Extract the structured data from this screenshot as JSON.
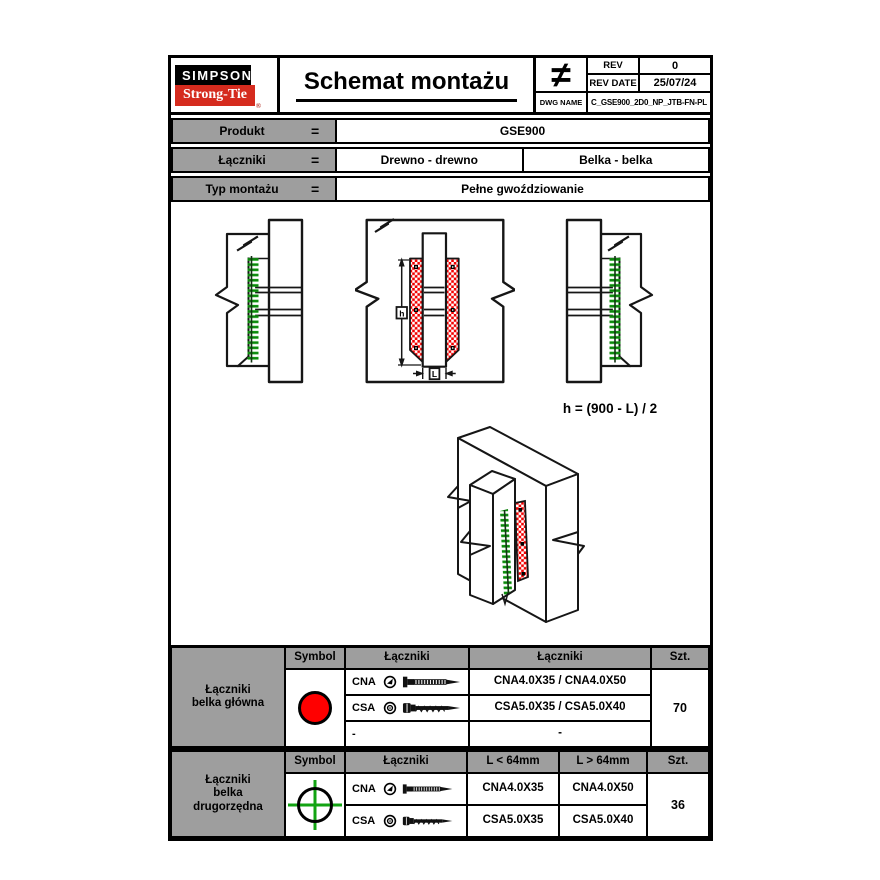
{
  "document": {
    "logo": {
      "line1": "SIMPSON",
      "line2": "Strong-Tie",
      "registered": "®"
    },
    "title": "Schemat montażu",
    "title_block": {
      "symbol": "≠",
      "rev_label": "REV",
      "rev_value": "0",
      "rev_date_label": "REV DATE",
      "rev_date_value": "25/07/24",
      "dwg_name_label": "DWG NAME",
      "dwg_name_value": "C_GSE900_2D0_NP_JTB-FN-PL"
    }
  },
  "product_table": {
    "rows": [
      {
        "label": "Produkt",
        "eq": "=",
        "value": "GSE900"
      },
      {
        "label": "Łączniki",
        "eq": "=",
        "value_left": "Drewno - drewno",
        "value_right": "Belka - belka"
      },
      {
        "label": "Typ montażu",
        "eq": "=",
        "value": "Pełne gwoździowanie"
      }
    ]
  },
  "drawing": {
    "formula": "h = (900 - L) / 2",
    "dim_h": "h",
    "dim_l": "L"
  },
  "fastener_table_main": {
    "label_lines": [
      "Łączniki",
      "belka główna"
    ],
    "headers": {
      "symbol": "Symbol",
      "fastener": "Łączniki",
      "fastener2": "Łączniki",
      "qty": "Szt."
    },
    "rows": [
      {
        "code": "CNA",
        "name": "CNA4.0X35 / CNA4.0X50"
      },
      {
        "code": "CSA",
        "name": "CSA5.0X35 / CSA5.0X40"
      },
      {
        "code": "-",
        "name": "-"
      }
    ],
    "qty": "70"
  },
  "fastener_table_secondary": {
    "label_lines": [
      "Łączniki",
      "belka",
      "drugorzędna"
    ],
    "headers": {
      "symbol": "Symbol",
      "fastener": "Łączniki",
      "l_short": "L < 64mm",
      "l_long": "L > 64mm",
      "qty": "Szt."
    },
    "rows": [
      {
        "code": "CNA",
        "l_short": "CNA4.0X35",
        "l_long": "CNA4.0X50"
      },
      {
        "code": "CSA",
        "l_short": "CSA5.0X35",
        "l_long": "CSA5.0X40"
      }
    ],
    "qty": "36"
  },
  "colors": {
    "accent_red": "#ff0000",
    "nail_green": "#14a014",
    "header_gray": "#9e9e9e",
    "logo_red": "#d52b1e"
  }
}
